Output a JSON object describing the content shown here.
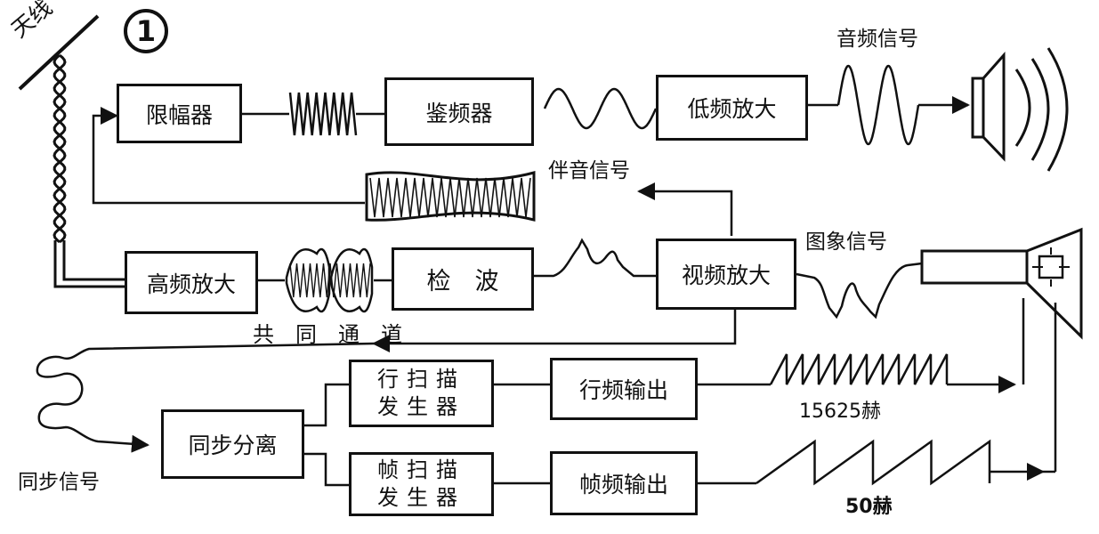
{
  "figure_number": "1",
  "blocks": {
    "limiter": "限幅器",
    "discriminator": "鉴频器",
    "lf_amp": "低频放大",
    "hf_amp": "高频放大",
    "detector": "检　波",
    "video_amp": "视频放大",
    "h_scan_gen": "行扫描发生器",
    "h_output": "行频输出",
    "sync_sep": "同步分离",
    "v_scan_gen": "帧扫描发生器",
    "v_output": "帧频输出"
  },
  "labels": {
    "antenna": "天线",
    "audio_signal": "音频信号",
    "sound_signal": "伴音信号",
    "picture_signal": "图象信号",
    "common_channel": "共　同　通　道",
    "sync_signal": "同步信号",
    "h_freq": "15625赫",
    "v_freq": "50赫"
  },
  "colors": {
    "ink": "#111111",
    "paper": "#ffffff"
  }
}
